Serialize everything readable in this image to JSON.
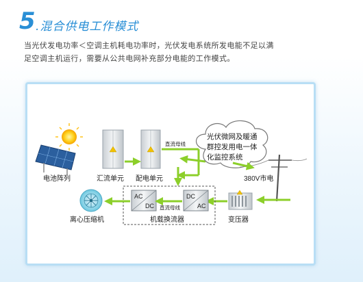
{
  "header": {
    "number": "5",
    "dot": ".",
    "title": "混合供电工作模式"
  },
  "description": {
    "line1": "当光伏发电功率＜空调主机耗电功率时，光伏发电系统所发电能不足以满",
    "line2": "足空调主机运行，需要从公共电网补充部分电能的工作模式。"
  },
  "diagram": {
    "solar_array": "电池阵列",
    "combiner": "汇流单元",
    "distribution": "配电单元",
    "dc_bus_top": "直流母线",
    "dc_bus_bottom": "直流母线",
    "controller_line1": "光伏微网及暖通",
    "controller_line2": "群控发用电一体",
    "controller_line3": "化监控系统",
    "grid": "380V市电",
    "converter": "机载换流器",
    "compressor": "离心压缩机",
    "transformer": "变压器",
    "conv_left_top": "AC",
    "conv_left_bottom": "DC",
    "conv_right_top": "DC",
    "conv_right_bottom": "AC"
  },
  "colors": {
    "accent": "#2a8fd6",
    "arrow_green": "#8ccf2a",
    "frame": "#b8def5"
  }
}
